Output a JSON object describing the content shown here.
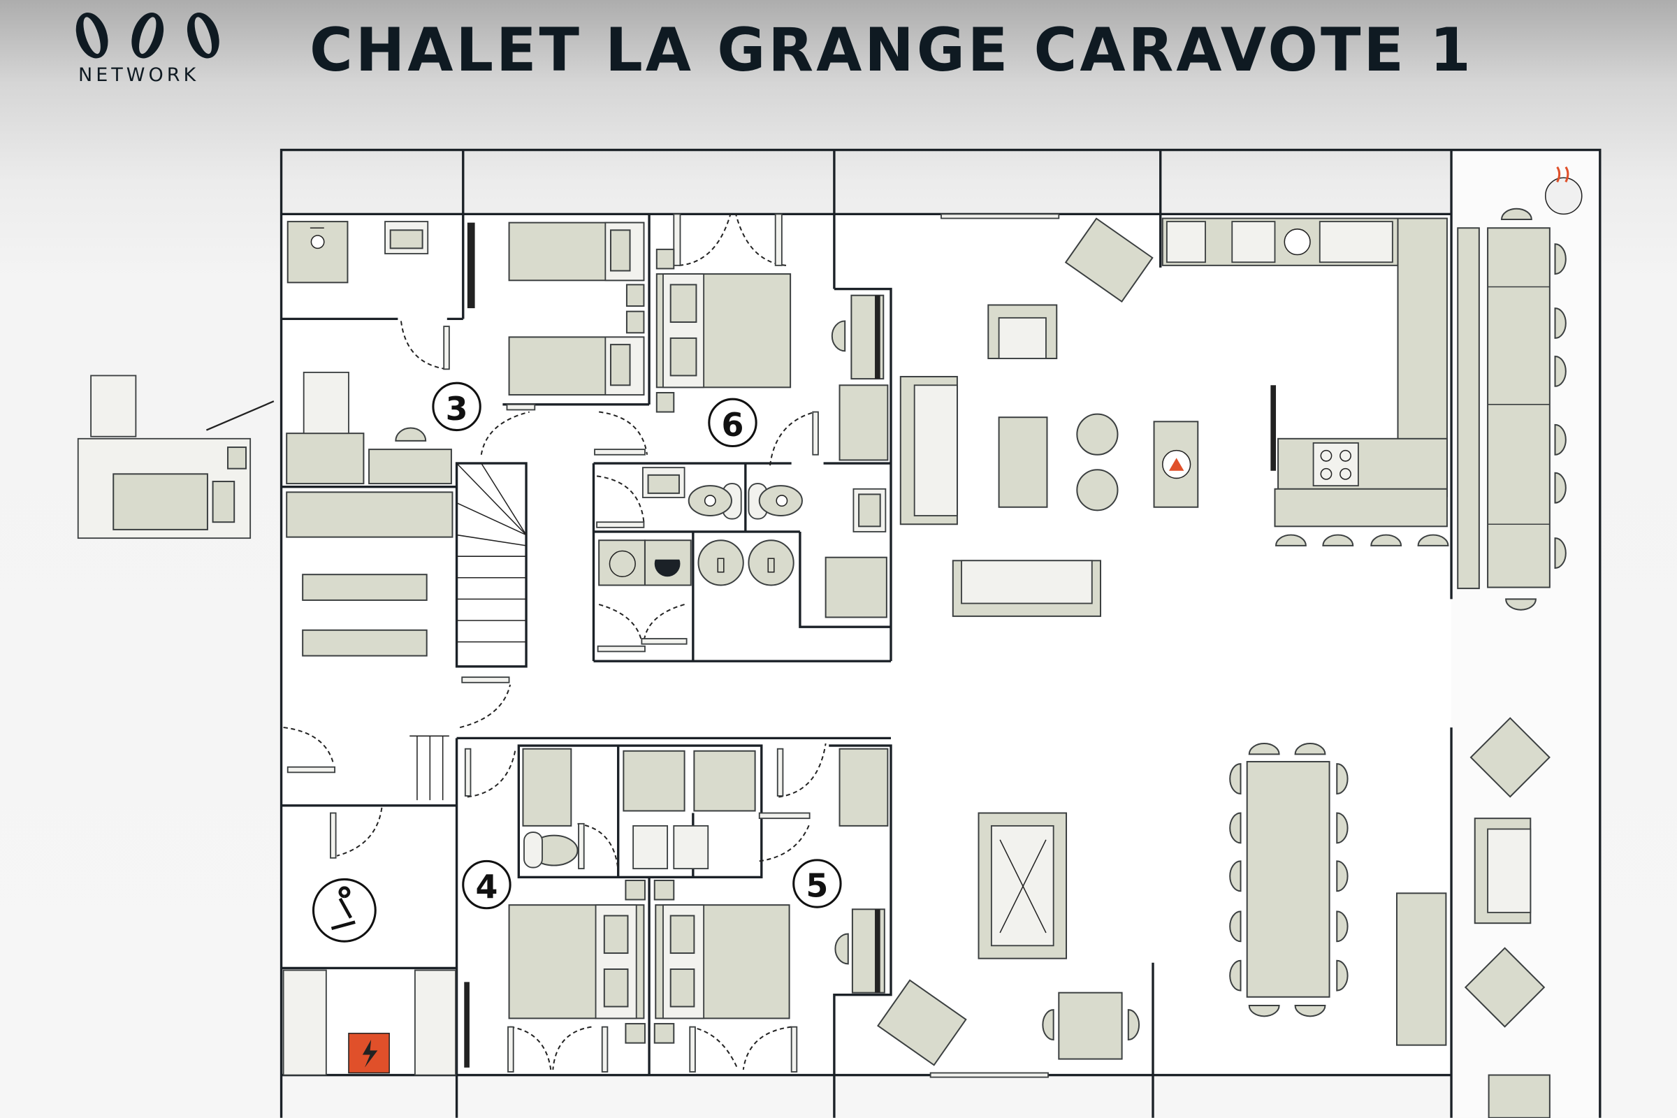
{
  "header": {
    "title": "CHALET LA GRANGE CARAVOTE 1",
    "logo_text": "NETWORK"
  },
  "plan": {
    "room_numbers": [
      "3",
      "6",
      "4",
      "5"
    ],
    "colors": {
      "furniture_fill": "#d9dbcd",
      "wall": "#1b2127",
      "accent_orange": "#e0502a"
    },
    "icons": [
      "shower-icon",
      "sink-icon",
      "toilet-icon",
      "dryer-icon",
      "washing-machine-icon",
      "water-heater-icon",
      "fireplace-icon",
      "barbecue-icon",
      "exercise-bike-icon",
      "electrical-panel-icon",
      "pool-table-icon",
      "ski-rack-icon",
      "stove-icon",
      "dishwasher-icon",
      "wine-cooler-icon"
    ]
  }
}
